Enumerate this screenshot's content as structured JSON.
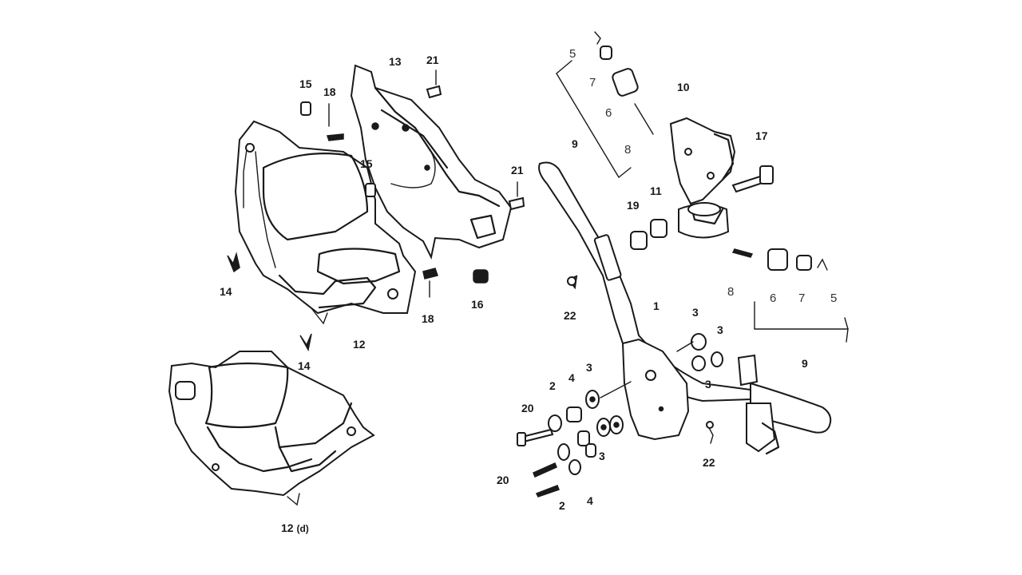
{
  "diagram": {
    "labels": {
      "l1": "1",
      "l2a": "2",
      "l2b": "2",
      "l3a": "3",
      "l3b": "3",
      "l3c": "3",
      "l3d": "3",
      "l3e": "3",
      "l4a": "4",
      "l4b": "4",
      "l5a": "5",
      "l5b": "5",
      "l6a": "6",
      "l6b": "6",
      "l7a": "7",
      "l7b": "7",
      "l8a": "8",
      "l8b": "8",
      "l9a": "9",
      "l9b": "9",
      "l10": "10",
      "l11": "11",
      "l12": "12",
      "l12d": "12",
      "l12d_suffix": "(d)",
      "l13": "13",
      "l14a": "14",
      "l14b": "14",
      "l15a": "15",
      "l15b": "15",
      "l16": "16",
      "l17": "17",
      "l18a": "18",
      "l18b": "18",
      "l19": "19",
      "l20a": "20",
      "l20b": "20",
      "l21a": "21",
      "l21b": "21",
      "l22a": "22",
      "l22b": "22"
    }
  }
}
